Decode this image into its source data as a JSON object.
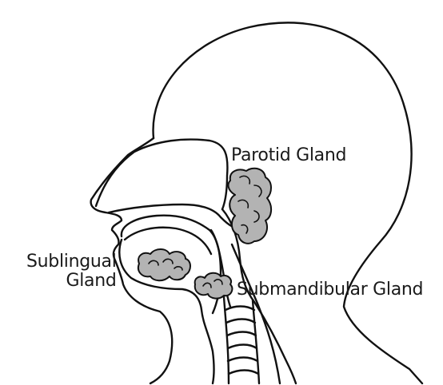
{
  "labels": {
    "parotid": "Parotid Gland",
    "sublingual_line1": "Sublingual",
    "sublingual_line2": "Gland",
    "submandibular": "Submandibular Gland"
  },
  "colors": {
    "outline": "#111111",
    "gland_fill": "#b3b3b3",
    "background": "#ffffff"
  }
}
